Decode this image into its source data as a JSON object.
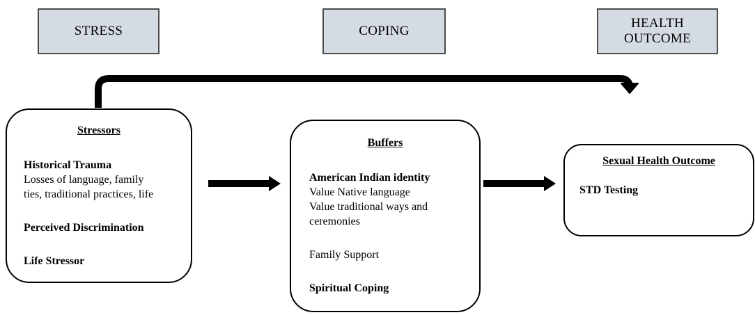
{
  "headers": {
    "stress": "STRESS",
    "coping": "COPING",
    "health_line1": "HEALTH",
    "health_line2": "OUTCOME"
  },
  "stressors": {
    "title": "Stressors",
    "historical_trauma": "Historical Trauma",
    "trauma_detail_1": "Losses of language, family",
    "trauma_detail_2": "ties, traditional practices, life",
    "perceived_discrimination": "Perceived Discrimination",
    "life_stressor": "Life Stressor"
  },
  "buffers": {
    "title": "Buffers",
    "ai_identity": "American Indian identity",
    "value_language": "Value Native language",
    "value_traditional_1": "Value traditional ways and",
    "value_traditional_2": "ceremonies",
    "family_support": "Family Support",
    "spiritual_coping": "Spiritual Coping"
  },
  "outcome": {
    "title": "Sexual Health Outcome",
    "std_testing": "STD Testing"
  }
}
